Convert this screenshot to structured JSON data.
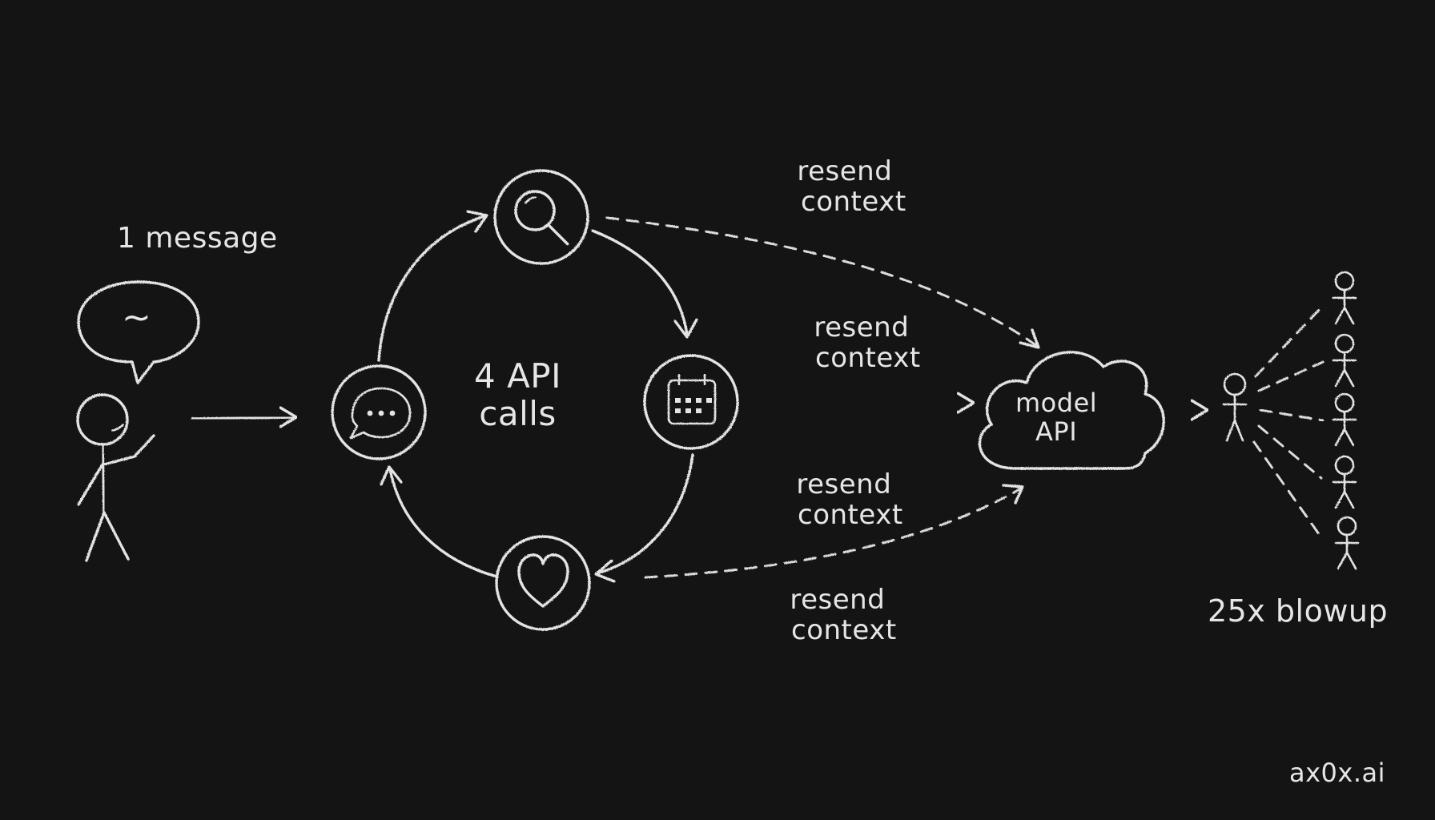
{
  "user_label": "1 message",
  "speech_bubble_text": "~",
  "loop_label_line1": "4 API",
  "loop_label_line2": "calls",
  "resend_labels": [
    {
      "line1": "resend",
      "line2": "context"
    },
    {
      "line1": "resend",
      "line2": "context"
    },
    {
      "line1": "resend",
      "line2": "context"
    },
    {
      "line1": "resend",
      "line2": "context"
    }
  ],
  "cloud_label_line1": "model",
  "cloud_label_line2": "API",
  "blowup_label": "25x blowup",
  "brand": "ax0x.ai",
  "icons": [
    "speech-bubble-icon",
    "search-icon",
    "calendar-icon",
    "heart-icon",
    "cloud-icon",
    "stick-figure-icon"
  ],
  "colors": {
    "background": "#141414",
    "chalk": "#e4e4e4"
  }
}
